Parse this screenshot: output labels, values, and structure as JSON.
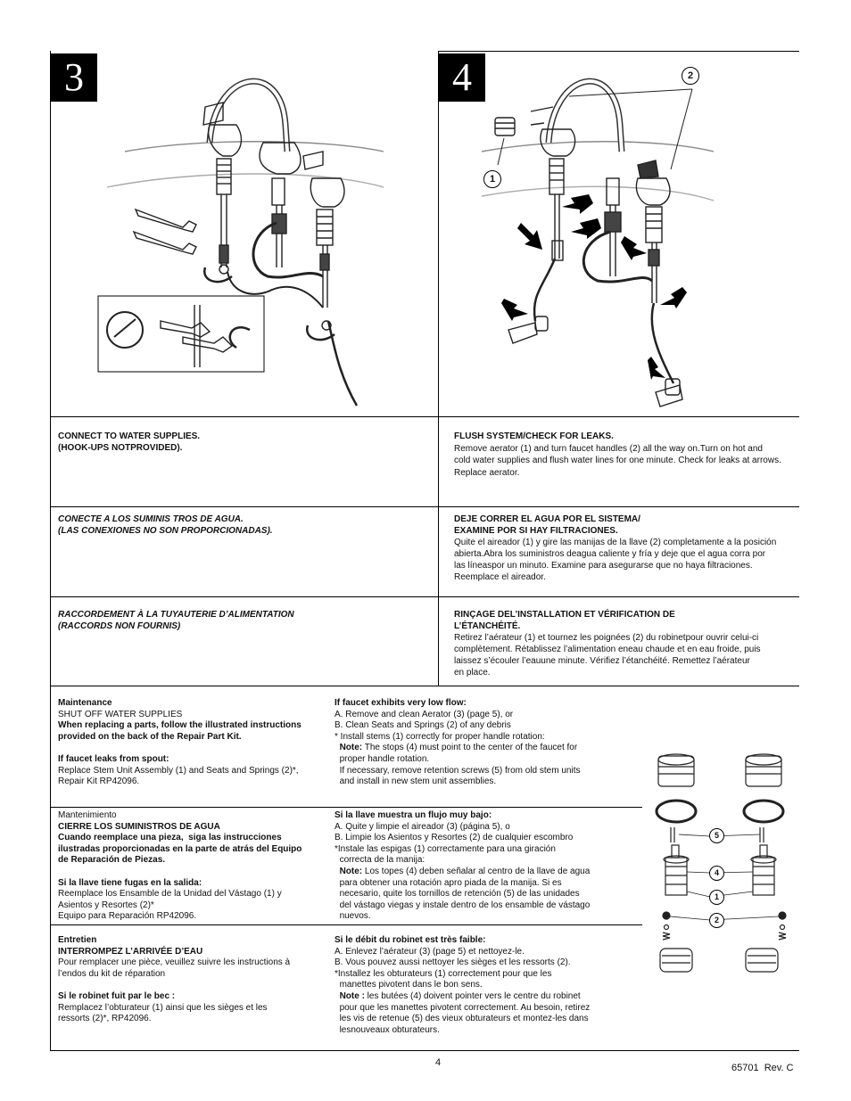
{
  "steps": {
    "step3": {
      "number": "3"
    },
    "step4": {
      "number": "4",
      "callouts": [
        "2",
        "1"
      ]
    }
  },
  "sections": {
    "connect_en": {
      "title": "CONNECT TO WATER SUPPLIES.\n(HOOK-UPS NOTPROVIDED)."
    },
    "flush_en": {
      "title": "FLUSH SYSTEM/CHECK FOR LEAKS.",
      "body": "Remove aerator (1) and turn faucet handles (2) all the way on.Turn on hot and\ncold water supplies and flush water lines for one minute. Check for leaks at arrows.\nReplace aerator."
    },
    "connect_es": {
      "title": "CONECTE A LOS SUMINIS TROS DE AGUA.\n(LAS CONEXIONES NO SON PROPORCIONADAS)."
    },
    "flush_es": {
      "title": "DEJE CORRER EL AGUA POR EL SISTEMA/\nEXAMINE POR SI HAY FILTRACIONES.",
      "body": "Quite el aireador (1) y gire las manijas de la llave (2) completamente a la posición\nabierta.Abra los suministros deagua caliente y fría y deje que el agua corra por\nlas líneaspor un minuto. Examine para asegurarse que no haya filtraciones.\nReemplace el aireador."
    },
    "connect_fr": {
      "title": "RACCORDEMENT À LA TUYAUTERIE D’ALIMENTATION\n(RACCORDS NON FOURNIS)"
    },
    "flush_fr": {
      "title": "RINÇAGE DEL’INSTALLATION ET VÉRIFICATION DE\nL’ÉTANCHÉITÉ.",
      "body": "Retirez l’aérateur (1) et tournez les poignées (2) du robinetpour ouvrir celui-ci\ncomplètement. Rétablissez l’alimentation eneau chaude et en eau froide, puis\nlaissez s’écouler l’eauune minute. Vérifiez l’étanchéité. Remettez l’aérateur\nen place."
    }
  },
  "maintenance": {
    "en_left": {
      "heading": "Maintenance",
      "shutoff": "SHUT OFF WATER SUPPLIES",
      "instructions": "When replacing a parts, follow the illustrated instructions\nprovided on the back of the Repair Part Kit.",
      "leak_heading": "If faucet leaks from spout:",
      "leak_body": "Replace Stem Unit Assembly (1) and Seats and Springs (2)*,\nRepair Kit RP42096."
    },
    "en_right": {
      "heading": "If faucet exhibits very low flow:",
      "body_a": "A. Remove and clean Aerator (3) (page 5), or\nB. Clean Seats and Springs (2) of any debris\n* Install stems (1) correctly for proper handle rotation:",
      "note_label": "Note:",
      "note_body": " The stops (4) must point to the center of the faucet for\n  proper handle rotation.\n  If necessary, remove retention screws (5) from old stem units\n  and install in new stem unit assemblies."
    },
    "es_left": {
      "heading": "Mantenimiento",
      "shutoff": "CIERRE LOS SUMINISTROS DE AGUA",
      "instructions": "Cuando reemplace una pieza,  siga las instrucciones\nilustradas proporcionadas en la parte de atrás del Equipo\nde Reparación de Piezas.",
      "leak_heading": "Si la llave tiene fugas en la salida:",
      "leak_body": "Reemplace los Ensamble de la Unidad del Vástago (1) y\nAsientos y Resortes (2)*\nEquipo para Reparación RP42096."
    },
    "es_right": {
      "heading": "Si la llave muestra un flujo muy bajo:",
      "body_a": "A. Quite y limpie el aireador (3) (página 5), o\nB. Limpie los Asientos y Resortes (2) de cualquier escombro\n*Instale las espigas (1) correctamente para una giración\n  correcta de la manija:",
      "note_label": "Note:",
      "note_body": " Los topes (4) deben señalar al centro de la llave de agua\n  para obtener una rotación apro piada de la manija. Si es\n  necesario, quite los tornillos de retención (5) de las unidades\n  del vástago viegas y instale dentro de los ensamble de vástago\n  nuevos."
    },
    "fr_left": {
      "heading": "Entretien",
      "shutoff": "INTERROMPEZ L’ARRIVÉE D’EAU",
      "instructions": "Pour remplacer une pièce, veuillez suivre les instructions à\nl’endos du kit de réparation",
      "leak_heading": "Si le robinet fuit par le bec :",
      "leak_body": "Remplacez l’obturateur (1) ainsi que les sièges et les\nressorts (2)*, RP42096."
    },
    "fr_right": {
      "heading": "Si le débit du robinet est très faible:",
      "body_a": "A. Enlevez l’aérateur (3) (page 5) et nettoyez-le.\nB. Vous pouvez aussi nettoyer les sièges et les ressorts (2).\n*Installez les obturateurs (1) correctement pour que les\n  manettes pivotent dans le bon sens.",
      "note_label": "Note :",
      "note_body": " les butées (4) doivent pointer vers le centre du robinet\n  pour que les manettes pivotent correctement. Au besoin, retirez\n  les vis de retenue (5) des vieux obturateurs et montez-les dans\n  lesnouveaux obturateurs."
    },
    "parts_callouts": [
      "5",
      "4",
      "1",
      "2"
    ]
  },
  "footer": {
    "page_number": "4",
    "doc_ref": "65701  Rev. C"
  }
}
